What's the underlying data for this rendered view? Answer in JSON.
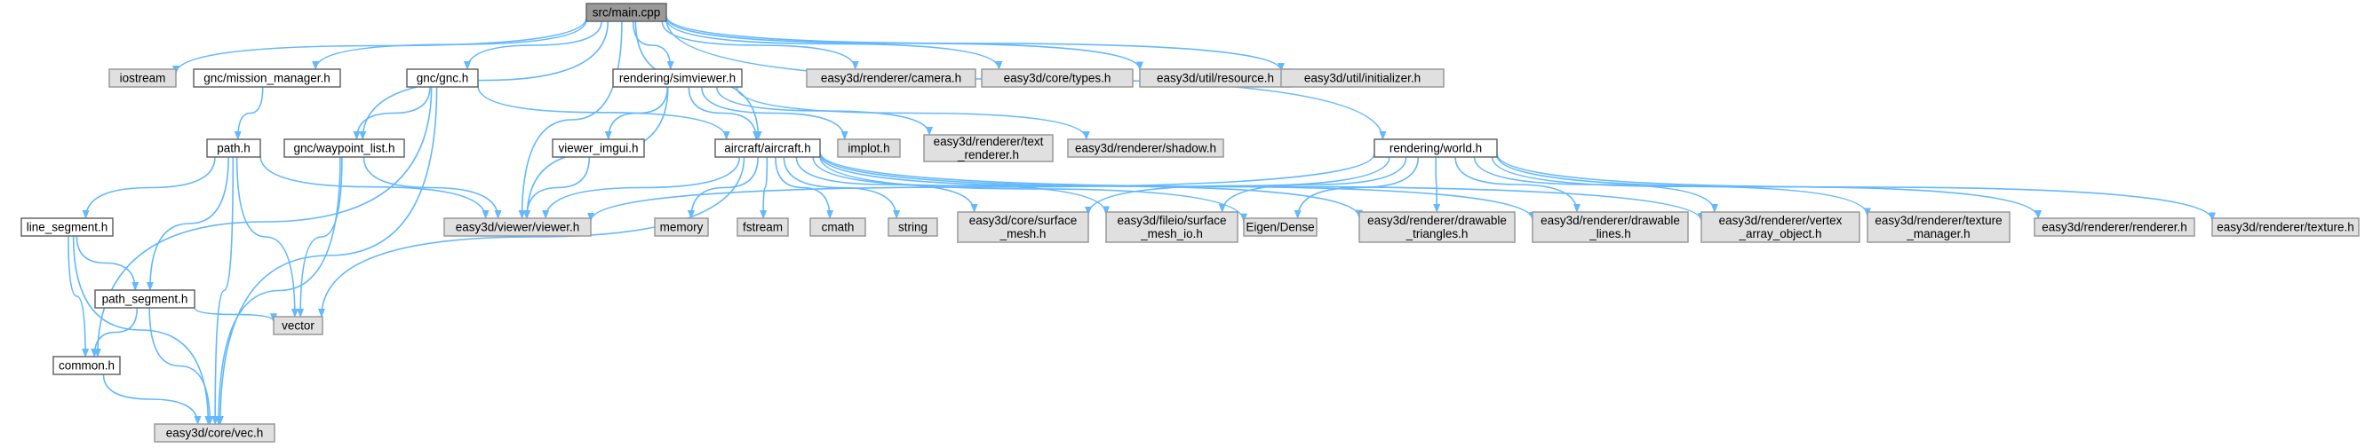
{
  "graph": {
    "colors": {
      "root_fill": "#999999",
      "project_fill": "#ffffff",
      "external_fill": "#e0e0e0",
      "border_project": "#666666",
      "border_external": "#999999",
      "edge": "#63b8ff"
    },
    "nodes": [
      {
        "id": "main",
        "label": [
          "src/main.cpp"
        ],
        "kind": "root"
      },
      {
        "id": "iostream",
        "label": [
          "iostream"
        ],
        "kind": "external"
      },
      {
        "id": "mission",
        "label": [
          "gnc/mission_manager.h"
        ],
        "kind": "project"
      },
      {
        "id": "gnc",
        "label": [
          "gnc/gnc.h"
        ],
        "kind": "project"
      },
      {
        "id": "simviewer",
        "label": [
          "rendering/simviewer.h"
        ],
        "kind": "project"
      },
      {
        "id": "camera",
        "label": [
          "easy3d/renderer/camera.h"
        ],
        "kind": "external"
      },
      {
        "id": "types",
        "label": [
          "easy3d/core/types.h"
        ],
        "kind": "external"
      },
      {
        "id": "resource",
        "label": [
          "easy3d/util/resource.h"
        ],
        "kind": "external"
      },
      {
        "id": "initializer",
        "label": [
          "easy3d/util/initializer.h"
        ],
        "kind": "external"
      },
      {
        "id": "path",
        "label": [
          "path.h"
        ],
        "kind": "project"
      },
      {
        "id": "waypoint",
        "label": [
          "gnc/waypoint_list.h"
        ],
        "kind": "project"
      },
      {
        "id": "viewer_imgui",
        "label": [
          "viewer_imgui.h"
        ],
        "kind": "project"
      },
      {
        "id": "aircraft",
        "label": [
          "aircraft/aircraft.h"
        ],
        "kind": "project"
      },
      {
        "id": "implot",
        "label": [
          "implot.h"
        ],
        "kind": "external"
      },
      {
        "id": "text_renderer",
        "label": [
          "easy3d/renderer/text",
          "_renderer.h"
        ],
        "kind": "external"
      },
      {
        "id": "shadow",
        "label": [
          "easy3d/renderer/shadow.h"
        ],
        "kind": "external"
      },
      {
        "id": "world",
        "label": [
          "rendering/world.h"
        ],
        "kind": "project"
      },
      {
        "id": "line_segment",
        "label": [
          "line_segment.h"
        ],
        "kind": "project"
      },
      {
        "id": "viewer",
        "label": [
          "easy3d/viewer/viewer.h"
        ],
        "kind": "external"
      },
      {
        "id": "memory",
        "label": [
          "memory"
        ],
        "kind": "external"
      },
      {
        "id": "fstream",
        "label": [
          "fstream"
        ],
        "kind": "external"
      },
      {
        "id": "cmath",
        "label": [
          "cmath"
        ],
        "kind": "external"
      },
      {
        "id": "string",
        "label": [
          "string"
        ],
        "kind": "external"
      },
      {
        "id": "surface_mesh",
        "label": [
          "easy3d/core/surface",
          "_mesh.h"
        ],
        "kind": "external"
      },
      {
        "id": "surface_mesh_io",
        "label": [
          "easy3d/fileio/surface",
          "_mesh_io.h"
        ],
        "kind": "external"
      },
      {
        "id": "eigen",
        "label": [
          "Eigen/Dense"
        ],
        "kind": "external"
      },
      {
        "id": "drawable_tri",
        "label": [
          "easy3d/renderer/drawable",
          "_triangles.h"
        ],
        "kind": "external"
      },
      {
        "id": "drawable_lines",
        "label": [
          "easy3d/renderer/drawable",
          "_lines.h"
        ],
        "kind": "external"
      },
      {
        "id": "vao",
        "label": [
          "easy3d/renderer/vertex",
          "_array_object.h"
        ],
        "kind": "external"
      },
      {
        "id": "texture_manager",
        "label": [
          "easy3d/renderer/texture",
          "_manager.h"
        ],
        "kind": "external"
      },
      {
        "id": "renderer",
        "label": [
          "easy3d/renderer/renderer.h"
        ],
        "kind": "external"
      },
      {
        "id": "texture",
        "label": [
          "easy3d/renderer/texture.h"
        ],
        "kind": "external"
      },
      {
        "id": "path_segment",
        "label": [
          "path_segment.h"
        ],
        "kind": "project"
      },
      {
        "id": "common",
        "label": [
          "common.h"
        ],
        "kind": "project"
      },
      {
        "id": "vector",
        "label": [
          "vector"
        ],
        "kind": "external"
      },
      {
        "id": "vec",
        "label": [
          "easy3d/core/vec.h"
        ],
        "kind": "external"
      }
    ],
    "edges": [
      [
        "main",
        "iostream"
      ],
      [
        "main",
        "mission"
      ],
      [
        "main",
        "gnc"
      ],
      [
        "main",
        "waypoint"
      ],
      [
        "main",
        "simviewer"
      ],
      [
        "main",
        "viewer"
      ],
      [
        "main",
        "aircraft"
      ],
      [
        "main",
        "camera"
      ],
      [
        "main",
        "types"
      ],
      [
        "main",
        "resource"
      ],
      [
        "main",
        "initializer"
      ],
      [
        "main",
        "world"
      ],
      [
        "mission",
        "path"
      ],
      [
        "gnc",
        "waypoint"
      ],
      [
        "gnc",
        "aircraft"
      ],
      [
        "gnc",
        "common"
      ],
      [
        "gnc",
        "vec"
      ],
      [
        "path",
        "line_segment"
      ],
      [
        "path",
        "path_segment"
      ],
      [
        "path",
        "viewer"
      ],
      [
        "path",
        "vector"
      ],
      [
        "path",
        "vec"
      ],
      [
        "waypoint",
        "viewer"
      ],
      [
        "waypoint",
        "vector"
      ],
      [
        "waypoint",
        "vec"
      ],
      [
        "simviewer",
        "viewer_imgui"
      ],
      [
        "simviewer",
        "aircraft"
      ],
      [
        "simviewer",
        "viewer"
      ],
      [
        "simviewer",
        "implot"
      ],
      [
        "simviewer",
        "text_renderer"
      ],
      [
        "simviewer",
        "shadow"
      ],
      [
        "viewer_imgui",
        "viewer"
      ],
      [
        "aircraft",
        "viewer"
      ],
      [
        "aircraft",
        "memory"
      ],
      [
        "aircraft",
        "fstream"
      ],
      [
        "aircraft",
        "cmath"
      ],
      [
        "aircraft",
        "string"
      ],
      [
        "aircraft",
        "vector"
      ],
      [
        "aircraft",
        "surface_mesh"
      ],
      [
        "aircraft",
        "surface_mesh_io"
      ],
      [
        "aircraft",
        "eigen"
      ],
      [
        "aircraft",
        "drawable_tri"
      ],
      [
        "aircraft",
        "drawable_lines"
      ],
      [
        "aircraft",
        "vao"
      ],
      [
        "world",
        "viewer"
      ],
      [
        "world",
        "surface_mesh"
      ],
      [
        "world",
        "surface_mesh_io"
      ],
      [
        "world",
        "eigen"
      ],
      [
        "world",
        "drawable_tri"
      ],
      [
        "world",
        "drawable_lines"
      ],
      [
        "world",
        "vao"
      ],
      [
        "world",
        "texture_manager"
      ],
      [
        "world",
        "renderer"
      ],
      [
        "world",
        "texture"
      ],
      [
        "line_segment",
        "path_segment"
      ],
      [
        "line_segment",
        "common"
      ],
      [
        "line_segment",
        "vec"
      ],
      [
        "path_segment",
        "common"
      ],
      [
        "path_segment",
        "vector"
      ],
      [
        "path_segment",
        "vec"
      ],
      [
        "common",
        "vec"
      ]
    ]
  }
}
